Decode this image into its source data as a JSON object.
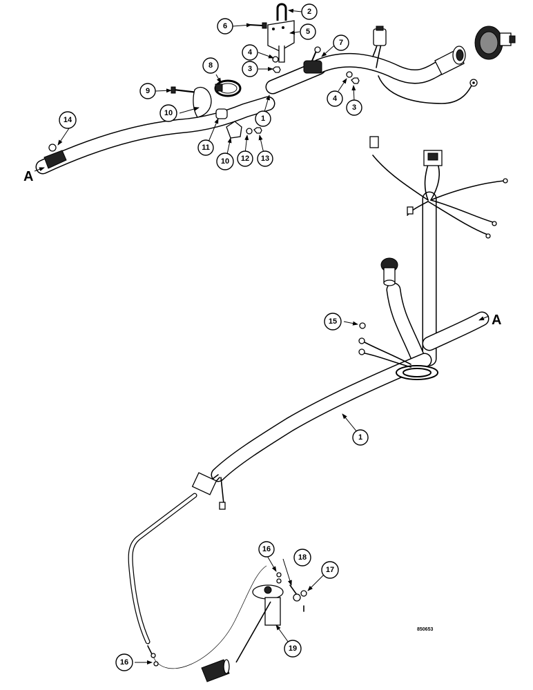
{
  "reference_letters": {
    "left_end": "A",
    "right_end": "A"
  },
  "drawing_code": "850653",
  "callouts": [
    {
      "id": "c1a",
      "label": "1"
    },
    {
      "id": "c1b",
      "label": "1"
    },
    {
      "id": "c2",
      "label": "2"
    },
    {
      "id": "c3a",
      "label": "3"
    },
    {
      "id": "c3b",
      "label": "3"
    },
    {
      "id": "c4a",
      "label": "4"
    },
    {
      "id": "c4b",
      "label": "4"
    },
    {
      "id": "c5",
      "label": "5"
    },
    {
      "id": "c6",
      "label": "6"
    },
    {
      "id": "c7",
      "label": "7"
    },
    {
      "id": "c8",
      "label": "8"
    },
    {
      "id": "c9",
      "label": "9"
    },
    {
      "id": "c10a",
      "label": "10"
    },
    {
      "id": "c10b",
      "label": "10"
    },
    {
      "id": "c11",
      "label": "11"
    },
    {
      "id": "c12",
      "label": "12"
    },
    {
      "id": "c13",
      "label": "13"
    },
    {
      "id": "c14",
      "label": "14"
    },
    {
      "id": "c15",
      "label": "15"
    },
    {
      "id": "c16a",
      "label": "16"
    },
    {
      "id": "c16b",
      "label": "16"
    },
    {
      "id": "c17",
      "label": "17"
    },
    {
      "id": "c18",
      "label": "18"
    },
    {
      "id": "c19",
      "label": "19"
    }
  ]
}
